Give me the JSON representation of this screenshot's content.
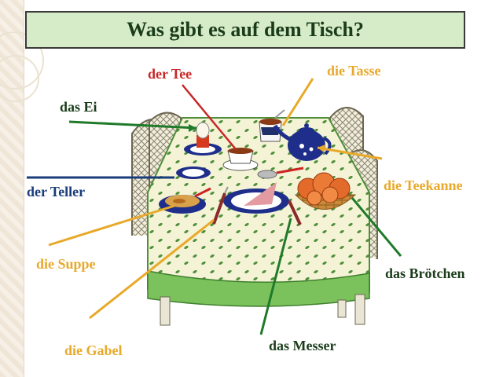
{
  "title": "Was gibt es auf dem Tisch?",
  "labels": {
    "tee": "der Tee",
    "tasse": "die Tasse",
    "ei": "das Ei",
    "teekanne": "die Teekanne",
    "teller": "der Teller",
    "suppe": "die Suppe",
    "broetchen": "das Brötchen",
    "messer": "das Messer",
    "gabel": "die Gabel"
  },
  "colors": {
    "tee": "#c62828",
    "tasse": "#e8a92a",
    "ei": "#1a3c1a",
    "teekanne": "#e8a92a",
    "teller": "#1a3c7a",
    "suppe": "#e8a92a",
    "broetchen": "#1a3c1a",
    "messer": "#1a3c1a",
    "gabel": "#e8a92a"
  }
}
